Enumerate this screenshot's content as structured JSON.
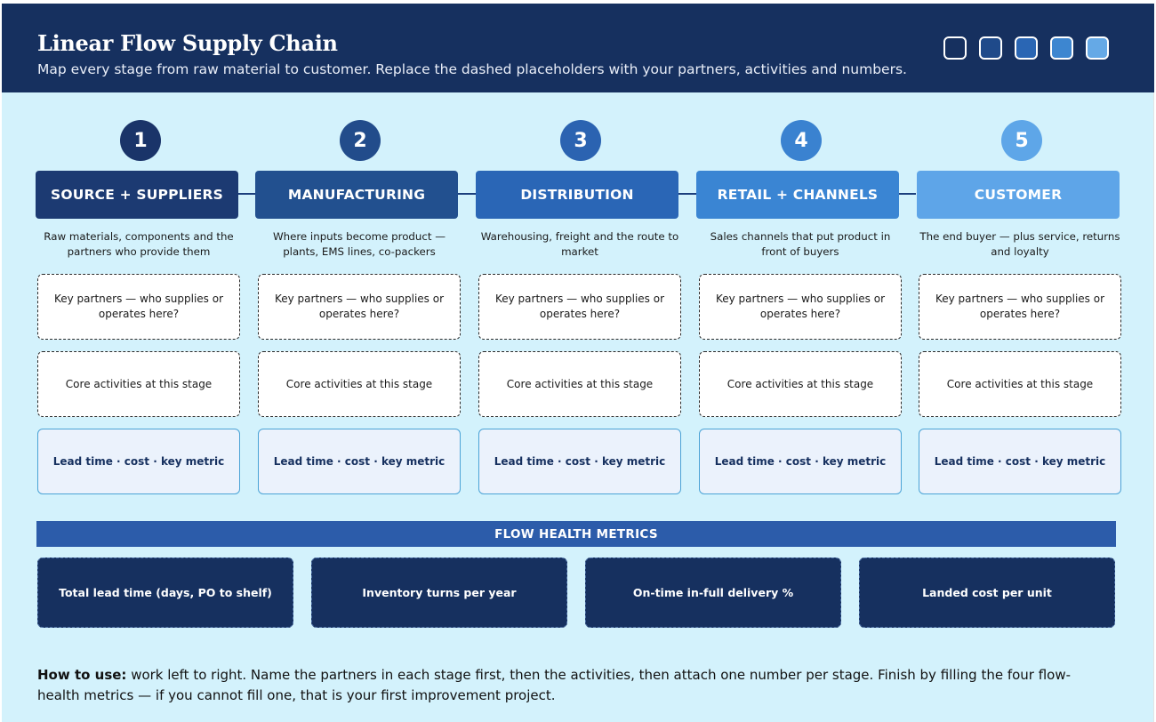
{
  "header": {
    "title": "Linear Flow Supply Chain",
    "subtitle": "Map every stage from raw material to customer. Replace the dashed placeholders with your partners, activities and numbers.",
    "swatches": [
      "#16305f",
      "#1f4a8a",
      "#2a66b4",
      "#3d86d0",
      "#65a9e6"
    ]
  },
  "stages": [
    {
      "number": "1",
      "name": "SOURCE + SUPPLIERS",
      "description": "Raw materials, components and the partners who provide them",
      "partners_placeholder": "Key partners — who supplies or operates here?",
      "activities_placeholder": "Core activities at this stage",
      "metric_placeholder": "Lead time · cost · key metric",
      "color": "#1c3a72",
      "circle_color": "#1a3469"
    },
    {
      "number": "2",
      "name": "MANUFACTURING",
      "description": "Where inputs become product — plants, EMS lines, co-packers",
      "partners_placeholder": "Key partners — who supplies or operates here?",
      "activities_placeholder": "Core activities at this stage",
      "metric_placeholder": "Lead time · cost · key metric",
      "color": "#22508f",
      "circle_color": "#224c8b"
    },
    {
      "number": "3",
      "name": "DISTRIBUTION",
      "description": "Warehousing, freight and the route to market",
      "partners_placeholder": "Key partners — who supplies or operates here?",
      "activities_placeholder": "Core activities at this stage",
      "metric_placeholder": "Lead time · cost · key metric",
      "color": "#2a66b6",
      "circle_color": "#2b63b1"
    },
    {
      "number": "4",
      "name": "RETAIL + CHANNELS",
      "description": "Sales channels that put product in front of buyers",
      "partners_placeholder": "Key partners — who supplies or operates here?",
      "activities_placeholder": "Core activities at this stage",
      "metric_placeholder": "Lead time · cost · key metric",
      "color": "#3a85d3",
      "circle_color": "#3a82d0"
    },
    {
      "number": "5",
      "name": "CUSTOMER",
      "description": "The end buyer — plus service, returns and loyalty",
      "partners_placeholder": "Key partners — who supplies or operates here?",
      "activities_placeholder": "Core activities at this stage",
      "metric_placeholder": "Lead time · cost · key metric",
      "color": "#5ea5e8",
      "circle_color": "#5ea6e8"
    }
  ],
  "flow_health": {
    "title": "FLOW HEALTH METRICS",
    "metrics": [
      "Total lead time (days, PO to shelf)",
      "Inventory turns per year",
      "On-time in-full delivery %",
      "Landed cost per unit"
    ]
  },
  "how_to": {
    "label": "How to use:",
    "text": " work left to right. Name the partners in each stage first, then the activities, then attach one number per stage. Finish by filling the four flow-health metrics — if you cannot fill one, that is your first improvement project."
  }
}
